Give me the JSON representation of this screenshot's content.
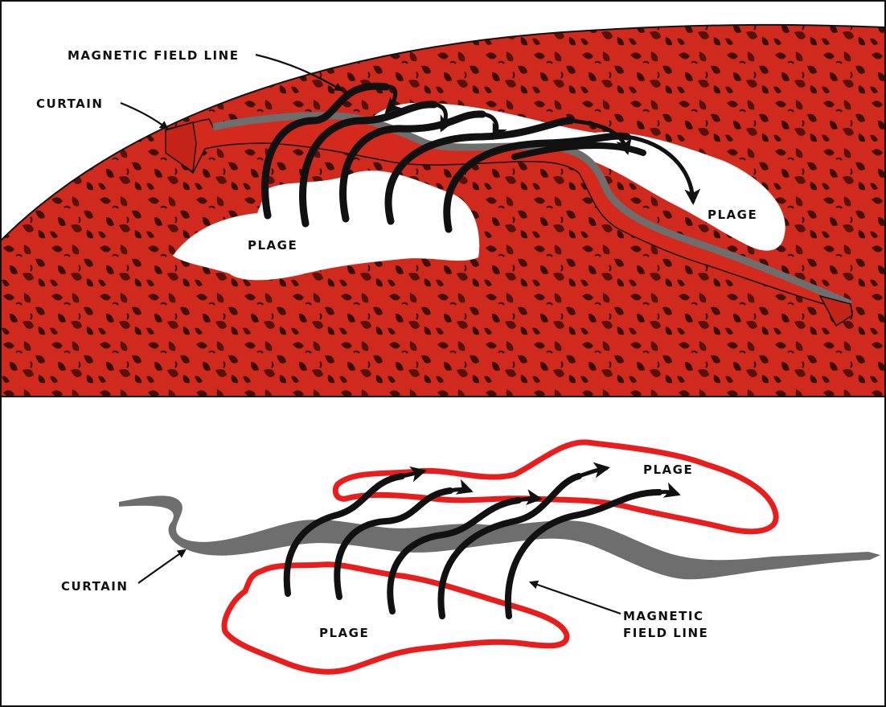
{
  "top_panel": {
    "labels": {
      "magnetic_field_line": "MAGNETIC FIELD LINE",
      "curtain": "CURTAIN",
      "plage_left": "PLAGE",
      "plage_right": "PLAGE"
    }
  },
  "bottom_panel": {
    "labels": {
      "curtain": "CURTAIN",
      "plage_top": "PLAGE",
      "plage_bottom": "PLAGE",
      "magnetic_line1": "MAGNETIC",
      "magnetic_line2": "FIELD LINE"
    }
  },
  "colors": {
    "sun_red": "#d42a1e",
    "sun_dark": "#2a0a08",
    "plage_outline": "#e81e1e",
    "curtain_gray": "#6e6e6e",
    "field_line": "#111111"
  }
}
